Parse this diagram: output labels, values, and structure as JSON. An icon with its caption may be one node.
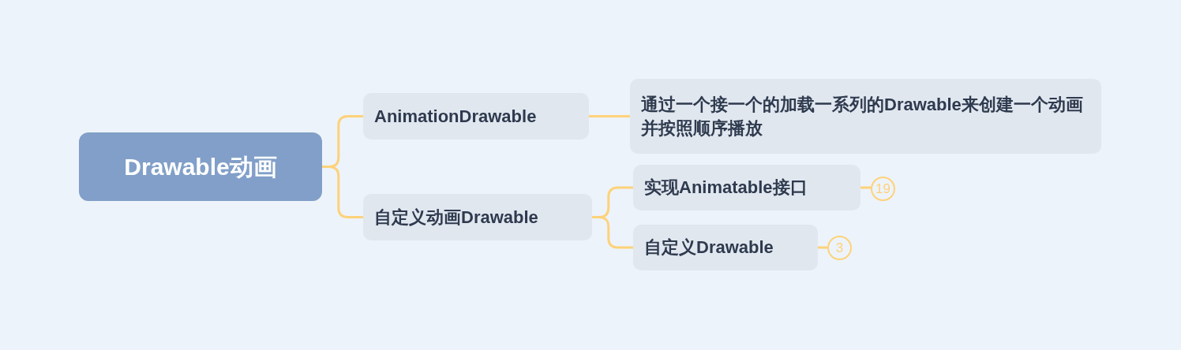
{
  "diagram": {
    "nodes": [
      {
        "text": [
          "Drawable动画"
        ]
      },
      {
        "text": [
          "AnimationDrawable"
        ]
      },
      {
        "text": [
          "通过一个接一个的加载一系列的Drawable来创建一个动画并按照顺序播放"
        ]
      },
      {
        "text": [
          "自定义动画Drawable"
        ]
      },
      {
        "text": [
          "实现Animatable接口"
        ]
      },
      {
        "text": [
          "19"
        ]
      },
      {
        "text": [
          "自定义Drawable"
        ]
      },
      {
        "text": [
          "3"
        ]
      }
    ],
    "edges": [
      {
        "from": 0,
        "to": 1,
        "arrow": "none"
      },
      {
        "from": 0,
        "to": 3,
        "arrow": "none"
      },
      {
        "from": 1,
        "to": 2,
        "arrow": "none"
      },
      {
        "from": 3,
        "to": 4,
        "arrow": "none"
      },
      {
        "from": 3,
        "to": 6,
        "arrow": "none"
      },
      {
        "from": 4,
        "to": 5,
        "arrow": "none"
      },
      {
        "from": 6,
        "to": 7,
        "arrow": "none"
      }
    ]
  }
}
